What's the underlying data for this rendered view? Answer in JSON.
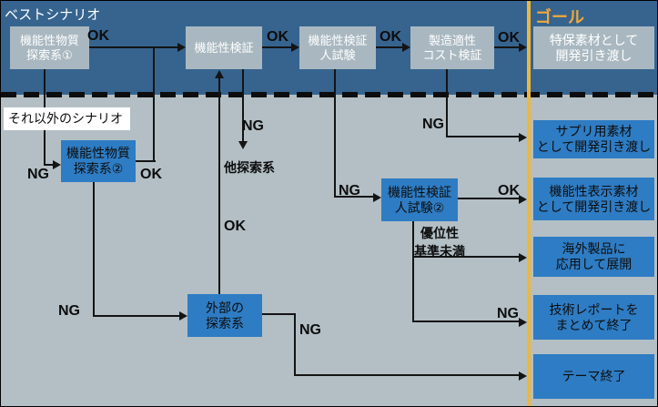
{
  "titles": {
    "best_scenario": "ベストシナリオ",
    "other_scenario": "それ以外のシナリオ",
    "goal": "ゴール"
  },
  "colors": {
    "top_band": "#36648f",
    "lower_background": "#b3bfc5",
    "gray_node": "#a9b8c0",
    "blue_node": "#2e7cc3",
    "goal_divider_line": "#edb73d",
    "goal_title_text": "#f2a838",
    "edge": "#141414"
  },
  "nodes": {
    "search1": "機能性物質\n探索系①",
    "verify": "機能性検証",
    "human_trial": "機能性検証\n人試験",
    "cost_check": "製造適性\nコスト検証",
    "goal_tokuho": "特保素材として\n開発引き渡し",
    "search2": "機能性物質\n探索系②",
    "human_trial2": "機能性検証\n人試験②",
    "external_search": "外部の\n探索系",
    "goal_supplement": "サプリ用素材\nとして開発引き渡し",
    "goal_labeling": "機能性表示素材\nとして開発引き渡し",
    "goal_overseas": "海外製品に\n応用して展開",
    "goal_report": "技術レポートを\nまとめて終了",
    "goal_theme_end": "テーマ終了"
  },
  "edge_labels": {
    "ok_search1_verify": "OK",
    "ok_verify_trial": "OK",
    "ok_trial_cost": "OK",
    "ok_cost_tokuho": "OK",
    "ng_search1_search2": "NG",
    "ok_search2_up": "OK",
    "ng_verify_other": "NG",
    "other_search_text": "他探索系",
    "ok_external_up": "OK",
    "ng_cost_supplement": "NG",
    "ng_trial_trial2": "NG",
    "ok_trial2_labeling": "OK",
    "inferiority_label": "優位性\n基準未満",
    "ng_trial2_report": "NG",
    "ng_search2_external": "NG",
    "ng_external_theme_end": "NG"
  }
}
